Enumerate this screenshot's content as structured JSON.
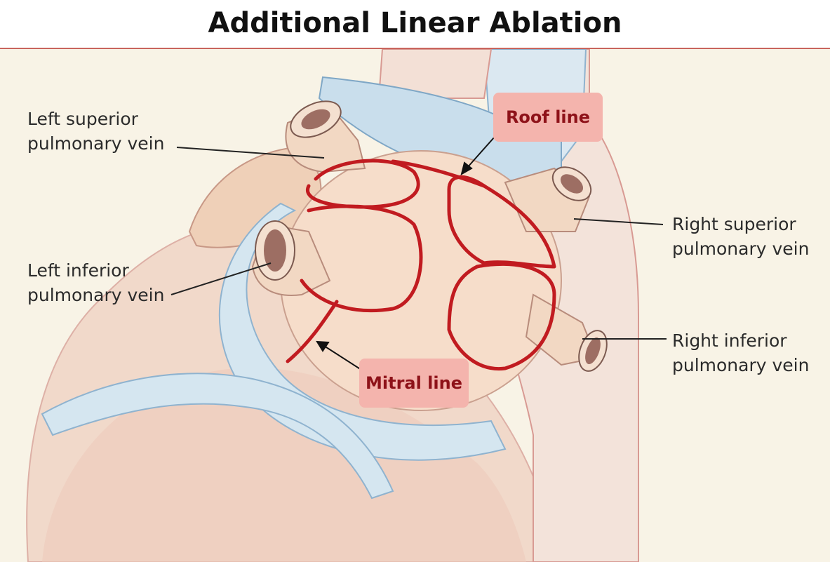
{
  "title": "Additional Linear Ablation",
  "labels": {
    "left_superior": [
      "Left superior",
      "pulmonary vein"
    ],
    "left_inferior": [
      "Left inferior",
      "pulmonary vein"
    ],
    "right_superior": [
      "Right superior",
      "pulmonary vein"
    ],
    "right_inferior": [
      "Right inferior",
      "pulmonary vein"
    ]
  },
  "callouts": {
    "roof": "Roof line",
    "mitral": "Mitral line"
  },
  "colors": {
    "ablation_line": "#c11b20",
    "callout_bg": "#f4b4ad",
    "background": "#f8f3e6",
    "vessel_blue": "#cfe1ee",
    "tissue": "#f6ddca"
  }
}
